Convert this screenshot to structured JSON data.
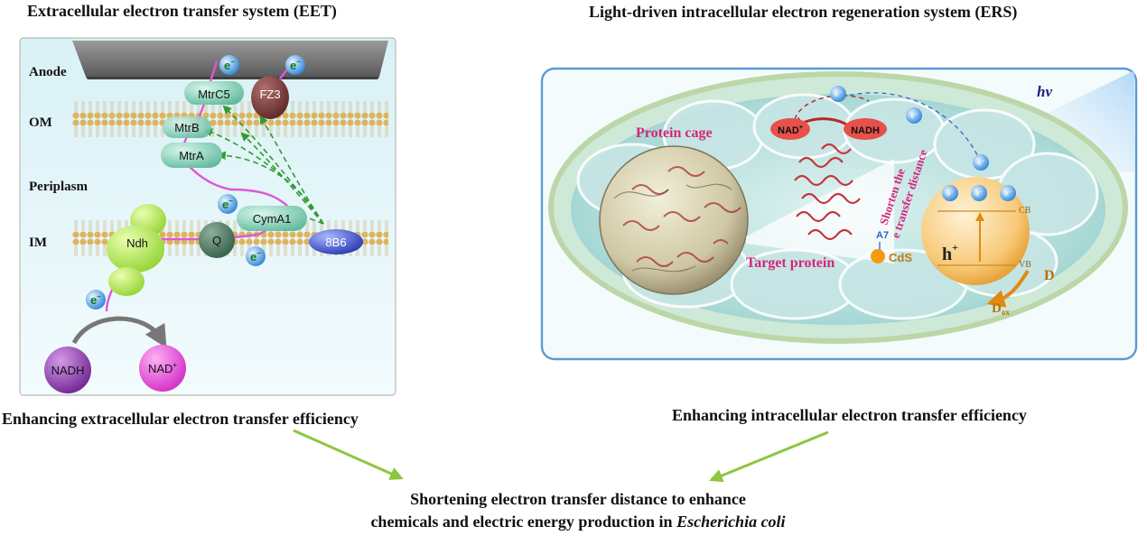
{
  "eet": {
    "title": "Extracellular electron transfer system (EET)",
    "caption": "Enhancing extracellular electron transfer efficiency",
    "layers": {
      "anode": "Anode",
      "om": "OM",
      "periplasm": "Periplasm",
      "im": "IM"
    },
    "proteins": {
      "mtrc5": "MtrC5",
      "fz3": "FZ3",
      "mtrb": "MtrB",
      "mtra": "MtrA",
      "cyma1": "CymA1",
      "ndh": "Ndh",
      "q": "Q",
      "b86": "8B6"
    },
    "metabolites": {
      "nadh": "NADH",
      "nad": "NAD",
      "nad_sup": "+"
    },
    "electron": "e",
    "electron_sup": "−"
  },
  "ers": {
    "title": "Light-driven intracellular electron regeneration system (ERS)",
    "caption": "Enhancing intracellular electron transfer efficiency",
    "hv": "hv",
    "protein_cage": "Protein cage",
    "target_protein": "Target protein",
    "nad": "NAD",
    "nad_sup": "+",
    "nadh": "NADH",
    "shorten_line1": "Shorten the",
    "shorten_line2": "e   transfer distance",
    "a7": "A7",
    "cds": "CdS",
    "cb": "CB",
    "vb": "VB",
    "hole": "h",
    "hole_sup": "+",
    "donor": "D",
    "donor_ox": "D",
    "donor_ox_sub": "ox",
    "electron": "e",
    "electron_sup": "−"
  },
  "conclusion": {
    "line1": "Shortening electron transfer distance to enhance",
    "line2_prefix": "chemicals and electric energy production in ",
    "line2_italic": "Escherichia coli"
  },
  "colors": {
    "arrow_green": "#8dc63f",
    "dashed_green": "#2e9c2e",
    "pink_wire": "#e056d8",
    "membrane_head": "#d9b56a",
    "ers_border": "#5b9bd5"
  }
}
